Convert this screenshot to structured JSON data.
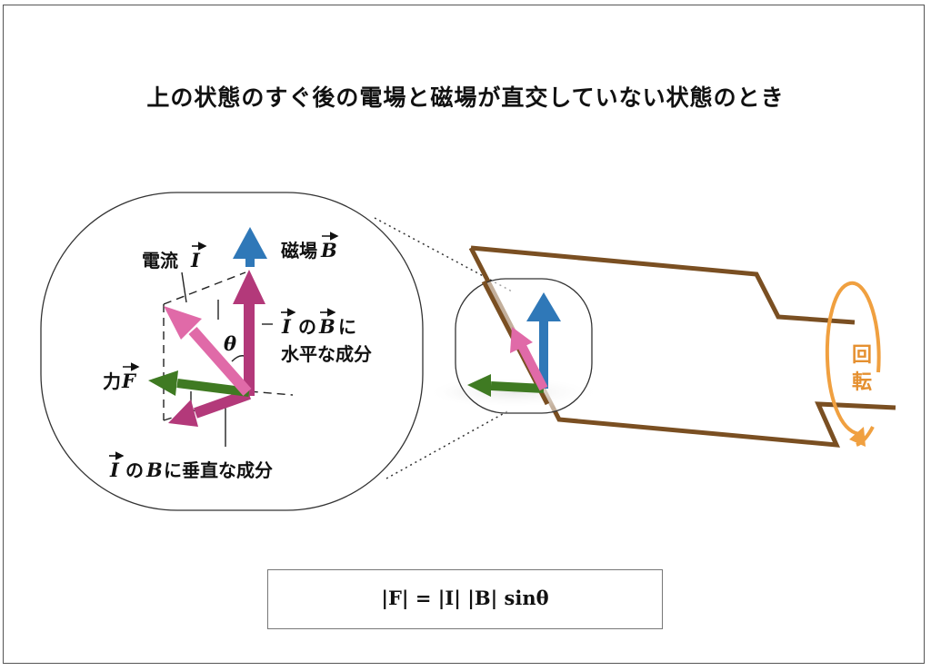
{
  "title": "上の状態のすぐ後の電場と磁場が直交していない状態のとき",
  "labels": {
    "current": "電流",
    "current_sym": "I",
    "magnetic": "磁場",
    "magnetic_sym": "B",
    "force": "力",
    "force_sym": "F",
    "theta": "θ",
    "horizontal_sym1": "I",
    "horizontal_no": "の",
    "horizontal_sym2": "B",
    "horizontal_ni": "に",
    "horizontal_line2": "水平な成分",
    "perp_sym1": "I",
    "perp_no": "の",
    "perp_sym2": "B",
    "perp_rest": "に垂直な成分",
    "rotation_1": "回",
    "rotation_2": "転"
  },
  "formula": "|F| = |I| |B| sinθ",
  "colors": {
    "magnetic_field": "#2f78b8",
    "current": "#e06aa8",
    "current_component": "#b3397a",
    "force": "#3f7a22",
    "coil": "#7a4f22",
    "rotation": "#f0a040"
  }
}
